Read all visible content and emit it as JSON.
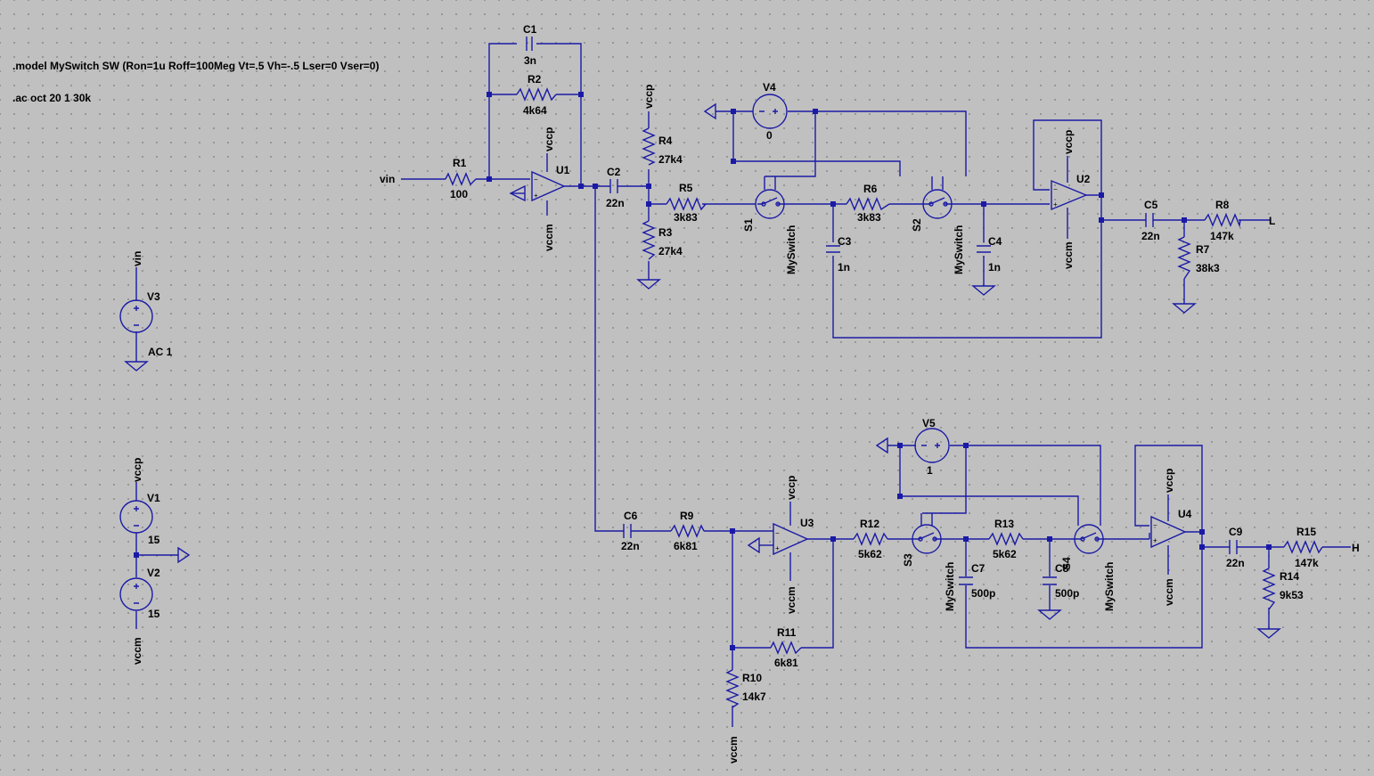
{
  "directives": {
    "model": ".model MySwitch SW (Ron=1u Roff=100Meg Vt=.5 Vh=-.5 Lser=0 Vser=0)",
    "analysis": ".ac oct 20 1 30k"
  },
  "nets": {
    "vin": "vin",
    "vccp": "vccp",
    "vccm": "vccm",
    "L": "L",
    "H": "H"
  },
  "components": {
    "R1": {
      "name": "R1",
      "value": "100"
    },
    "R2": {
      "name": "R2",
      "value": "4k64"
    },
    "C1": {
      "name": "C1",
      "value": "3n"
    },
    "U1": {
      "name": "U1"
    },
    "C2": {
      "name": "C2",
      "value": "22n"
    },
    "R4": {
      "name": "R4",
      "value": "27k4"
    },
    "R3": {
      "name": "R3",
      "value": "27k4"
    },
    "R5": {
      "name": "R5",
      "value": "3k83"
    },
    "V4": {
      "name": "V4",
      "value": "0"
    },
    "S1": {
      "name": "S1",
      "model": "MySwitch"
    },
    "R6": {
      "name": "R6",
      "value": "3k83"
    },
    "C3": {
      "name": "C3",
      "value": "1n"
    },
    "S2": {
      "name": "S2",
      "model": "MySwitch"
    },
    "C4": {
      "name": "C4",
      "value": "1n"
    },
    "U2": {
      "name": "U2"
    },
    "C5": {
      "name": "C5",
      "value": "22n"
    },
    "R8": {
      "name": "R8",
      "value": "147k"
    },
    "R7": {
      "name": "R7",
      "value": "38k3"
    },
    "V3": {
      "name": "V3",
      "value": "AC 1"
    },
    "V1": {
      "name": "V1",
      "value": "15"
    },
    "V2": {
      "name": "V2",
      "value": "15"
    },
    "C6": {
      "name": "C6",
      "value": "22n"
    },
    "R9": {
      "name": "R9",
      "value": "6k81"
    },
    "U3": {
      "name": "U3"
    },
    "R11": {
      "name": "R11",
      "value": "6k81"
    },
    "R10": {
      "name": "R10",
      "value": "14k7"
    },
    "V5": {
      "name": "V5",
      "value": "1"
    },
    "R12": {
      "name": "R12",
      "value": "5k62"
    },
    "S3": {
      "name": "S3",
      "model": "MySwitch"
    },
    "R13": {
      "name": "R13",
      "value": "5k62"
    },
    "C7": {
      "name": "C7",
      "value": "500p"
    },
    "C8": {
      "name": "C8",
      "value": "500p"
    },
    "S4": {
      "name": "S4",
      "model": "MySwitch"
    },
    "U4": {
      "name": "U4"
    },
    "C9": {
      "name": "C9",
      "value": "22n"
    },
    "R15": {
      "name": "R15",
      "value": "147k"
    },
    "R14": {
      "name": "R14",
      "value": "9k53"
    }
  }
}
